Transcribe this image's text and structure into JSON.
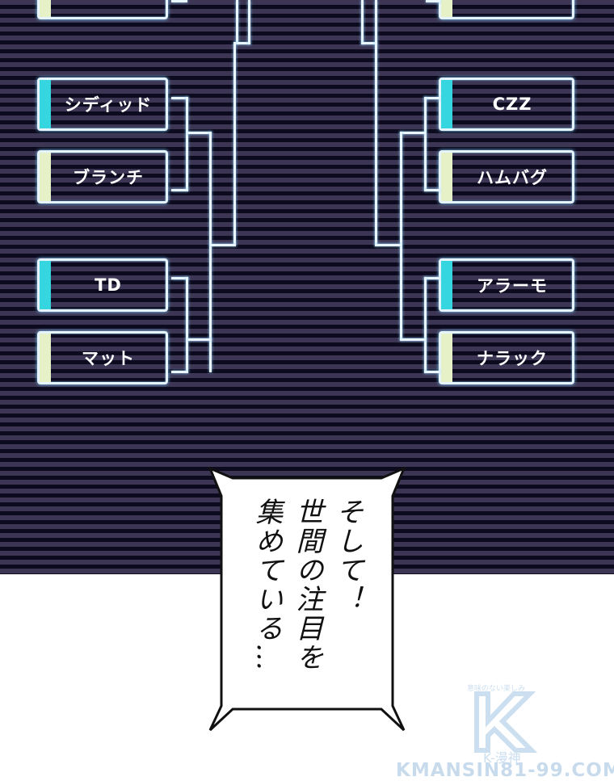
{
  "bracket": {
    "colors": {
      "background_light_stripe": "#3c3654",
      "background_dark_stripe": "#0c0a1e",
      "line": "#eaf6ff",
      "winner_bar": "#35d6e0",
      "loser_bar": "#e6f1c8"
    },
    "left": [
      {
        "name": "",
        "bar": "loser",
        "partial": true
      },
      {
        "name": "シディッド",
        "bar": "winner"
      },
      {
        "name": "ブランチ",
        "bar": "loser"
      },
      {
        "name": "TD",
        "bar": "winner"
      },
      {
        "name": "マット",
        "bar": "loser"
      }
    ],
    "right": [
      {
        "name": "",
        "bar": "loser",
        "partial": true
      },
      {
        "name": "CZZ",
        "bar": "winner"
      },
      {
        "name": "ハムバグ",
        "bar": "loser"
      },
      {
        "name": "アラーモ",
        "bar": "winner"
      },
      {
        "name": "ナラック",
        "bar": "loser"
      }
    ]
  },
  "speech_bubble": {
    "columns": [
      "そして！",
      "世間の注目を",
      "集めている…"
    ]
  },
  "watermark": {
    "tagline": "意味のない楽しみ",
    "brand": "K-漫神",
    "url": "KMANSIN81-99.COM"
  }
}
